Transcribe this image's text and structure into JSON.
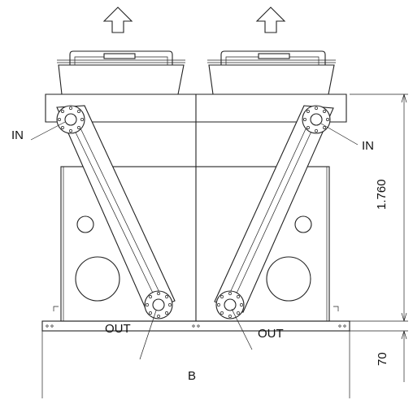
{
  "labels": {
    "in_left": "IN",
    "in_right": "IN",
    "out_left": "OUT",
    "out_right": "OUT",
    "height_dim": "1.760",
    "base_dim": "70",
    "width_dim": "B"
  }
}
